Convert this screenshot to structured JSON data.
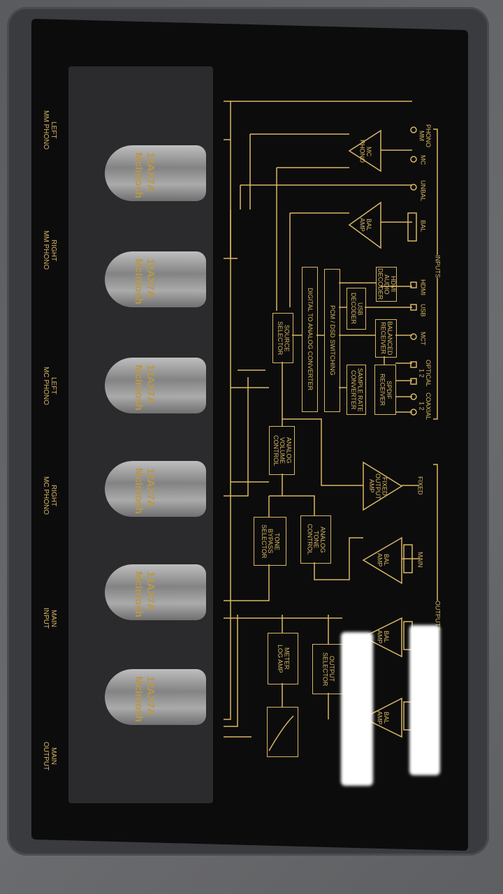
{
  "left_labels": [
    "LEFT\nMM PHONO",
    "RIGHT\nMM PHONO",
    "LEFT\nMC PHONO",
    "RIGHT\nMC PHONO",
    "MAIN\nINPUT",
    "MAIN\nOUTPUT"
  ],
  "tube_text": "12AX7A McIntosh",
  "blocks": {
    "mc_phono": "MC\nPHONO",
    "bal_amp_in": "BAL\nAMP",
    "hdmi": "HDMI\nAUDIO\nDECODER",
    "usb": "USB\nDECODER",
    "balanced": "BALANCED\nRECEIVER",
    "spdif": "SPDIF\nRECEIVER",
    "src": "SAMPLE RATE\nCONVERTER",
    "pcm": "PCM / DSD SWITCHING",
    "dac": "DIGITAL TO ANALOG CONVERTER",
    "source": "SOURCE\nSELECTOR",
    "volume": "ANALOG\nVOLUME\nCONTROL",
    "fixed_amp": "FIXED\nOUTPUT\nAMP",
    "tone_bypass": "TONE\nBYPASS\nSELECTOR",
    "tone": "ANALOG\nTONE\nCONTROL",
    "bal_amp_main": "BAL\nAMP",
    "meter": "METER\nLOG AMP",
    "output_sel": "OUTPUT\nSELECTOR",
    "bal_amp_2": "BAL\nAMP",
    "bal_amp_3": "BAL\nAMP"
  },
  "connectors": {
    "phono": "PHONO\nMM",
    "mc": "MC",
    "unbal": "UNBAL",
    "bal": "BAL",
    "hdmi": "HDMI",
    "usb": "USB",
    "mct": "MCT",
    "optical": "OPTICAL\n1  2",
    "coaxial": "COAXIAL\n1  2",
    "fixed": "FIXED",
    "main": "MAIN",
    "inputs": "INPUTS",
    "outputs": "OUTPUTS"
  },
  "colors": {
    "gold": "#d9b763",
    "panel": "#0c0c0d"
  }
}
